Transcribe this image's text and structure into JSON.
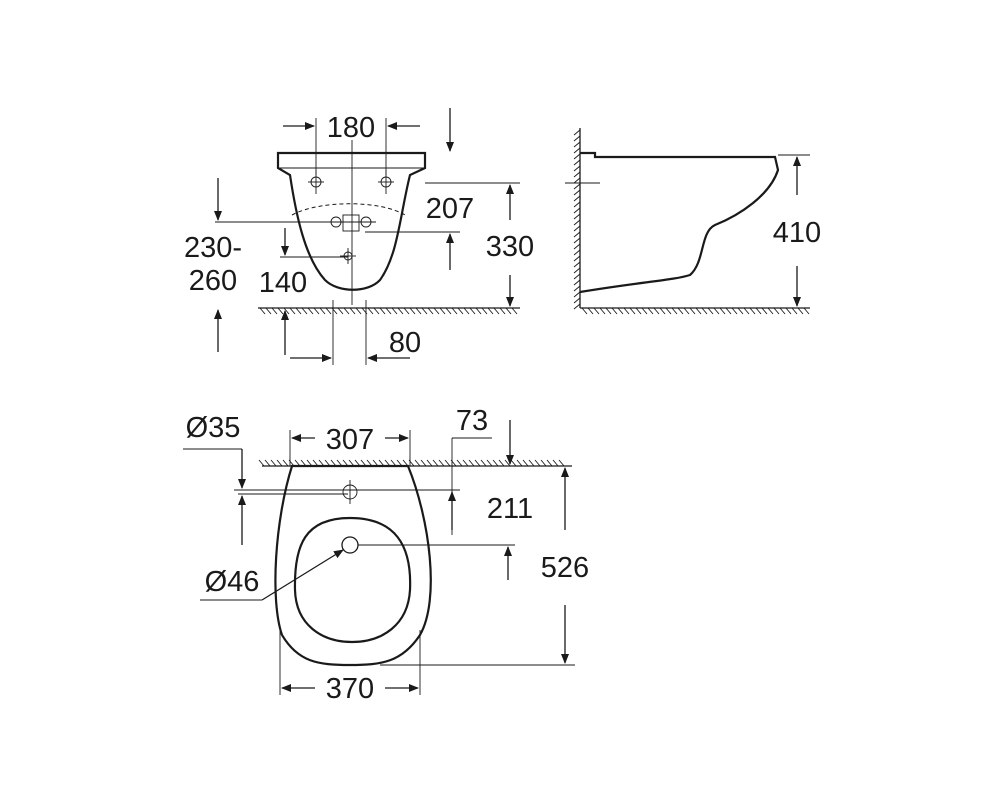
{
  "drawing": {
    "front_view": {
      "dims": {
        "top_width": "180",
        "mount_height": "207",
        "total_height": "330",
        "inlet_height_range_a": "230-",
        "inlet_height_range_b": "260",
        "bottom_height": "140",
        "bottom_width": "80"
      }
    },
    "side_view": {
      "dims": {
        "height": "410"
      }
    },
    "top_view": {
      "dims": {
        "tap_hole": "Ø35",
        "back_width": "307",
        "wall_offset": "73",
        "tap_distance": "211",
        "total_length": "526",
        "drain_hole": "Ø46",
        "total_width": "370"
      }
    }
  }
}
